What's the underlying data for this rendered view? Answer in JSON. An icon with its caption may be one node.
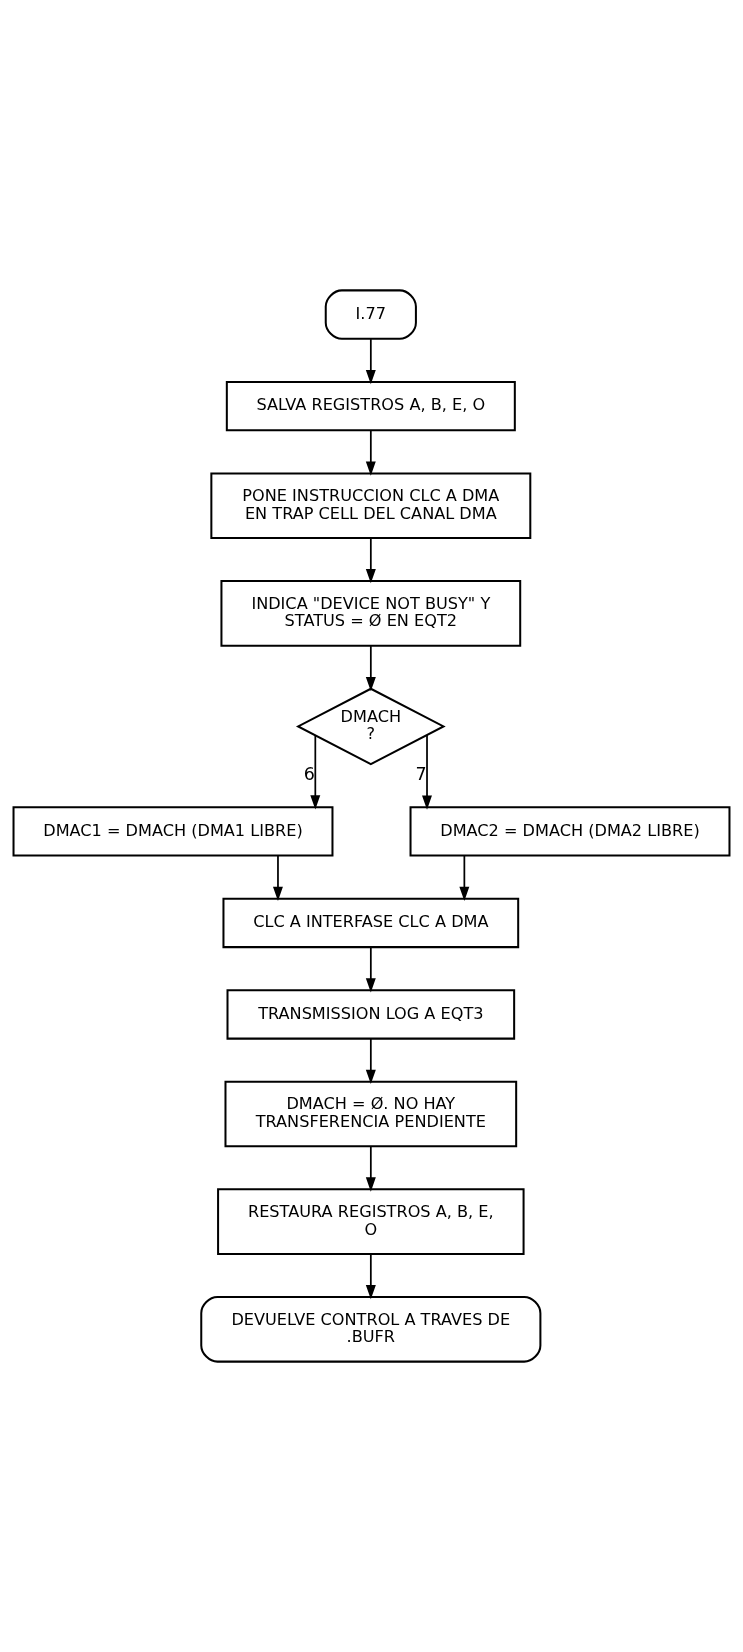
{
  "diagram": {
    "nodes": [
      {
        "text": [
          "I.77"
        ]
      },
      {
        "text": [
          "SALVA REGISTROS A, B, E, O"
        ]
      },
      {
        "text": [
          "PONE INSTRUCCION CLC A DMA EN TRAP CELL DEL CANAL DMA"
        ]
      },
      {
        "text": [
          "INDICA \"DEVICE NOT BUSY\" Y STATUS = Ø EN EQT2"
        ]
      },
      {
        "text": [
          "DMACH ?"
        ]
      },
      {
        "text": [
          "DMAC1 = DMACH (DMA1 LIBRE)"
        ]
      },
      {
        "text": [
          "DMAC2 = DMACH (DMA2 LIBRE)"
        ]
      },
      {
        "text": [
          "CLC A INTERFASE CLC A DMA"
        ]
      },
      {
        "text": [
          "TRANSMISSION LOG A EQT3"
        ]
      },
      {
        "text": [
          "DMACH = Ø. NO HAY TRANSFERENCIA PENDIENTE"
        ]
      },
      {
        "text": [
          "RESTAURA REGISTROS A, B, E, O"
        ]
      },
      {
        "text": [
          "DEVUELVE CONTROL A TRAVES DE .BUFR"
        ]
      }
    ],
    "edges": [
      {
        "from": 0,
        "to": 1,
        "arrow": "to"
      },
      {
        "from": 1,
        "to": 2,
        "arrow": "to"
      },
      {
        "from": 2,
        "to": 3,
        "arrow": "to"
      },
      {
        "from": 3,
        "to": 4,
        "arrow": "to"
      },
      {
        "from": 4,
        "to": 5,
        "arrow": "to",
        "label": "6"
      },
      {
        "from": 4,
        "to": 6,
        "arrow": "to",
        "label": "7"
      },
      {
        "from": 5,
        "to": 7,
        "arrow": "to"
      },
      {
        "from": 6,
        "to": 7,
        "arrow": "to"
      },
      {
        "from": 7,
        "to": 8,
        "arrow": "to"
      },
      {
        "from": 8,
        "to": 9,
        "arrow": "to"
      },
      {
        "from": 9,
        "to": 10,
        "arrow": "to"
      },
      {
        "from": 10,
        "to": 11,
        "arrow": "to"
      }
    ]
  }
}
